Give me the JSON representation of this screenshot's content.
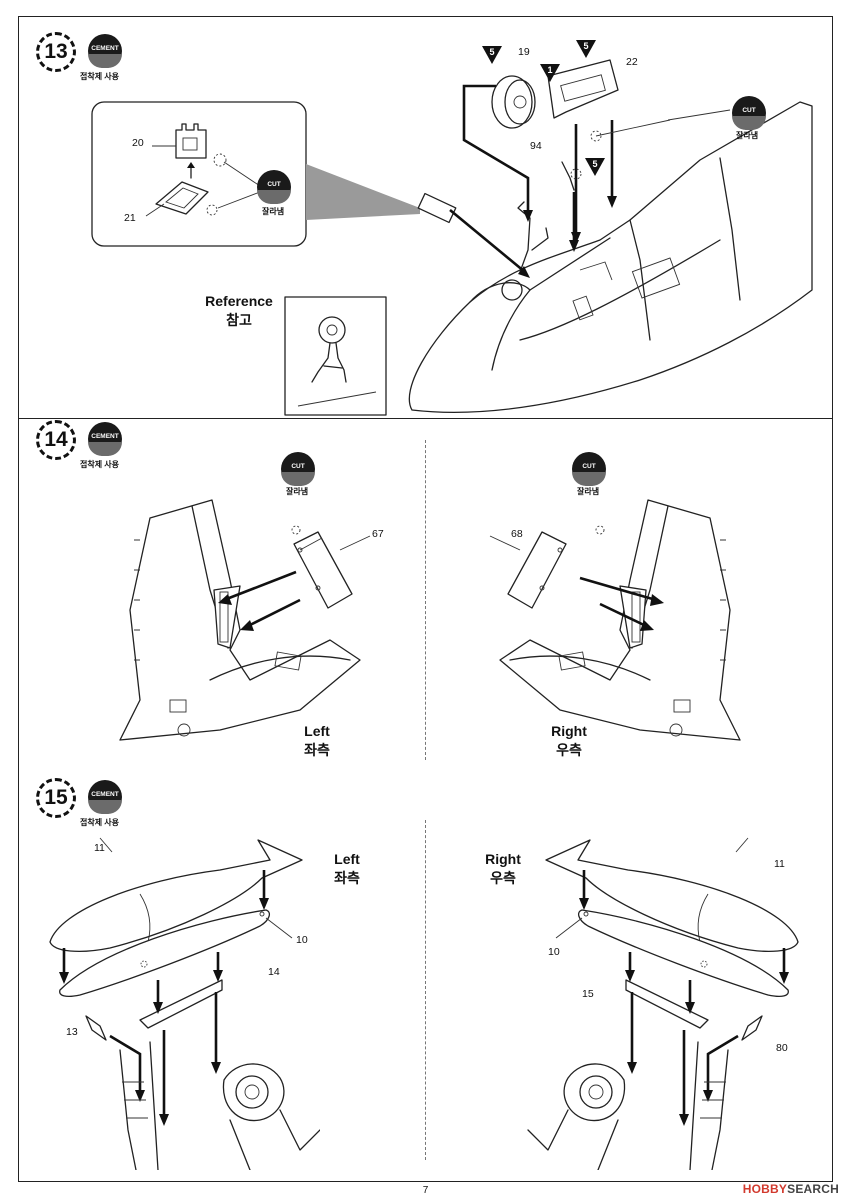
{
  "marks": {
    "cement": "CEMENT",
    "cement_caption": "접착제 사용",
    "cut": "CUT",
    "cut_caption": "잘라냄"
  },
  "steps": [
    {
      "number": "13"
    },
    {
      "number": "14"
    },
    {
      "number": "15"
    }
  ],
  "step13": {
    "parts": {
      "p19": "19",
      "p22": "22",
      "p94": "94",
      "p20": "20",
      "p21": "21"
    },
    "paint_refs": {
      "a": "5",
      "b": "1",
      "c": "5",
      "d": "5"
    },
    "reference_en": "Reference",
    "reference_ko": "참고"
  },
  "step14": {
    "parts": {
      "left_part": "67",
      "right_part": "68"
    },
    "left_en": "Left",
    "left_ko": "좌측",
    "right_en": "Right",
    "right_ko": "우측"
  },
  "step15": {
    "left_parts": {
      "p11": "11",
      "p10": "10",
      "p14": "14",
      "p13": "13"
    },
    "right_parts": {
      "p11": "11",
      "p10": "10",
      "p15": "15",
      "p80": "80"
    },
    "left_en": "Left",
    "left_ko": "좌측",
    "right_en": "Right",
    "right_ko": "우측"
  },
  "footer": {
    "page_number": "7",
    "brand_a": "HOBBY",
    "brand_b": "SEARCH"
  },
  "colors": {
    "ink": "#111111",
    "brand_red": "#d23a2e",
    "mark_black": "#1a1a1a"
  }
}
